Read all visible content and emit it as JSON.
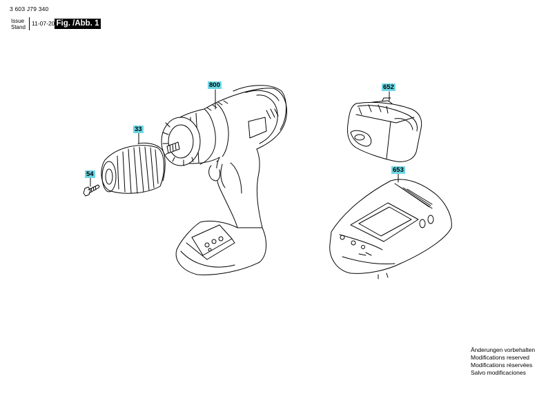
{
  "header": {
    "part_number": "3 603 J79 340",
    "issue_label": "Issue",
    "stand_label": "Stand",
    "date": "11-07-20",
    "figure_label": "Fig. /Abb. 1"
  },
  "callouts": {
    "p800": "800",
    "p33": "33",
    "p54": "54",
    "p652": "652",
    "p653": "653"
  },
  "footer": {
    "line_de": "Änderungen vorbehalten",
    "line_en": "Modifications reserved",
    "line_fr": "Modifications réservées",
    "line_es": "Salvo modificaciones"
  },
  "colors": {
    "callout_bg": "#6fd7e4",
    "line": "#000000"
  }
}
